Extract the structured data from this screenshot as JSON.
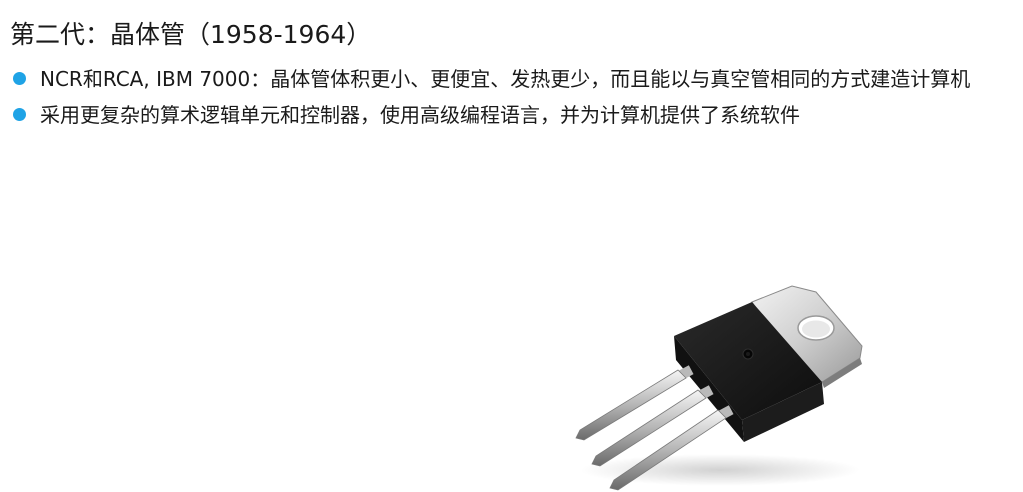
{
  "slide": {
    "title": "第二代：晶体管（1958-1964）",
    "bullets": [
      {
        "text": "NCR和RCA, IBM 7000：晶体管体积更小、更便宜、发热更少，而且能以与真空管相同的方式建造计算机"
      },
      {
        "text": "采用更复杂的算术逻辑单元和控制器，使用高级编程语言，并为计算机提供了系统软件"
      }
    ],
    "bullet_color": "#1fa3e6"
  },
  "image": {
    "subject": "transistor-photo"
  }
}
